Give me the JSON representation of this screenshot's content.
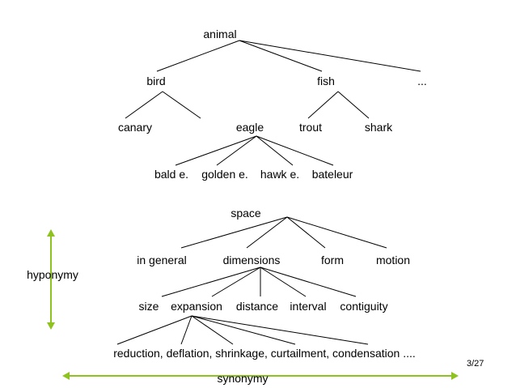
{
  "tree1": {
    "root": "animal",
    "level1": [
      "bird",
      "fish",
      "..."
    ],
    "bird_children": [
      "canary"
    ],
    "eagle": "eagle",
    "fish_children": [
      "trout",
      "shark"
    ],
    "eagle_children": [
      "bald e.",
      "golden e.",
      "hawk e.",
      "bateleur"
    ]
  },
  "tree2": {
    "root": "space",
    "level1": [
      "in general",
      "dimensions",
      "form",
      "motion"
    ],
    "dimensions_children": [
      "size",
      "expansion",
      "distance",
      "interval",
      "contiguity"
    ],
    "expansion_children": "reduction, deflation, shrinkage, curtailment, condensation ...."
  },
  "axes": {
    "vertical_label": "hyponymy",
    "horizontal_label": "synonymy",
    "accent_color": "#8dc21f"
  },
  "page_number": "3/27"
}
